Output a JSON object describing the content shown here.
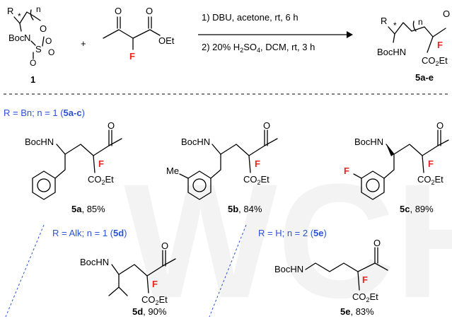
{
  "watermark": "WCH",
  "reactant1": {
    "substituent": "R",
    "stereo": "*",
    "index": "n",
    "ring_o1": "O",
    "ring_o2": "O",
    "ring_o3": "O",
    "sulfur": "S",
    "nitrogen": "N",
    "boc": "Boc",
    "label": "1"
  },
  "plus": "+",
  "reactant2": {
    "ketone_o": "O",
    "ester_o": "O",
    "ester_group": "OEt",
    "fluorine": "F"
  },
  "conditions": {
    "step1": "1) DBU, acetone, rt, 6 h",
    "step2_pre": "2) 20% H",
    "step2_sub1": "2",
    "step2_mid": "SO",
    "step2_sub2": "4",
    "step2_post": ", DCM, rt, 3 h"
  },
  "product": {
    "substituent": "R",
    "stereo": "*",
    "index": "n",
    "ketone_o": "O",
    "nh": "BocHN",
    "fluorine": "F",
    "ester": "CO",
    "ester_sub": "2",
    "ester_tail": "Et",
    "label": "5a-e"
  },
  "scope": {
    "group1": {
      "prefix": "R = Bn; n = 1 (",
      "ref": "5a-c",
      "suffix": ")"
    },
    "group2": {
      "prefix": "R = Alk; n = 1 (",
      "ref": "5d",
      "suffix": ")"
    },
    "group3": {
      "prefix": "R = H; n = 2 (",
      "ref": "5e",
      "suffix": ")"
    },
    "compounds": [
      {
        "id": "5a",
        "yield": ", 85%",
        "nh": "BocHN",
        "ketone_o": "O",
        "fluorine": "F",
        "ester": "CO",
        "ester_sub": "2",
        "ester_tail": "Et"
      },
      {
        "id": "5b",
        "yield": ", 84%",
        "nh": "BocHN",
        "ketone_o": "O",
        "fluorine": "F",
        "ester": "CO",
        "ester_sub": "2",
        "ester_tail": "Et",
        "aryl_sub": "Me"
      },
      {
        "id": "5c",
        "yield": ", 89%",
        "nh": "BocHN",
        "ketone_o": "O",
        "fluorine": "F",
        "ester": "CO",
        "ester_sub": "2",
        "ester_tail": "Et",
        "aryl_sub": "F"
      },
      {
        "id": "5d",
        "yield": ", 90%",
        "nh": "BocHN",
        "ketone_o": "O",
        "fluorine": "F",
        "ester": "CO",
        "ester_sub": "2",
        "ester_tail": "Et"
      },
      {
        "id": "5e",
        "yield": ", 83%",
        "nh": "BocHN",
        "ketone_o": "O",
        "fluorine": "F",
        "ester": "CO",
        "ester_sub": "2",
        "ester_tail": "Et"
      }
    ]
  }
}
